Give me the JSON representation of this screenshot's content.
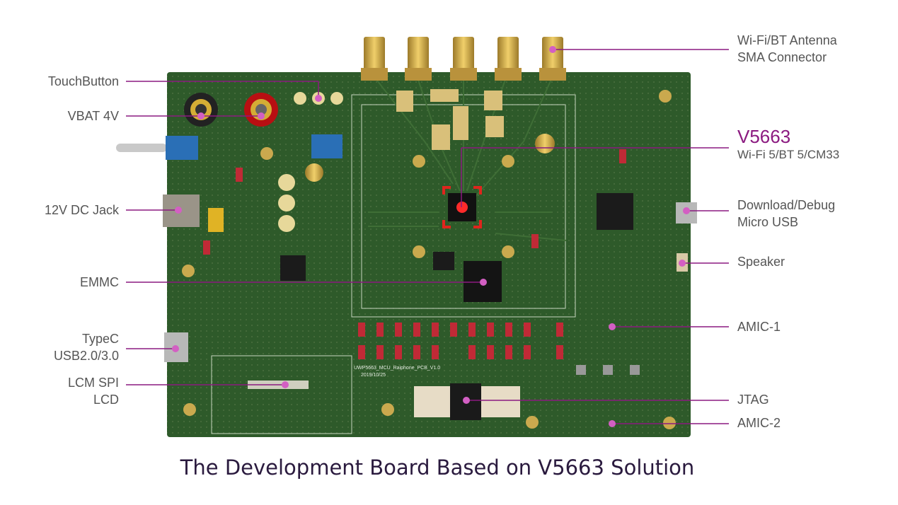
{
  "caption": "The Development Board Based on V5663 Solution",
  "colors": {
    "accent": "#8b1a80",
    "board": "#2e5a2a",
    "label": "#555555"
  },
  "left_labels": [
    {
      "lines": [
        "TouchButton"
      ]
    },
    {
      "lines": [
        "VBAT 4V"
      ]
    },
    {
      "lines": [
        "12V DC Jack"
      ]
    },
    {
      "lines": [
        "EMMC"
      ]
    },
    {
      "lines": [
        "TypeC",
        "USB2.0/3.0"
      ]
    },
    {
      "lines": [
        "LCM SPI",
        "LCD"
      ]
    }
  ],
  "right_labels": [
    {
      "lines": [
        "Wi-Fi/BT Antenna",
        "SMA Connector"
      ]
    },
    {
      "lines": [
        "Download/Debug",
        "Micro USB"
      ]
    },
    {
      "lines": [
        "Speaker"
      ]
    },
    {
      "lines": [
        "AMIC-1"
      ]
    },
    {
      "lines": [
        "JTAG"
      ]
    },
    {
      "lines": [
        "AMIC-2"
      ]
    }
  ],
  "chip": {
    "title": "V5663",
    "subtitle": "Wi-Fi 5/BT 5/CM33"
  },
  "board_text": {
    "pcb_name": "UWP5663_MCU_Raiphone_PCB_V1.0",
    "pcb_date": "2019/10/25"
  }
}
